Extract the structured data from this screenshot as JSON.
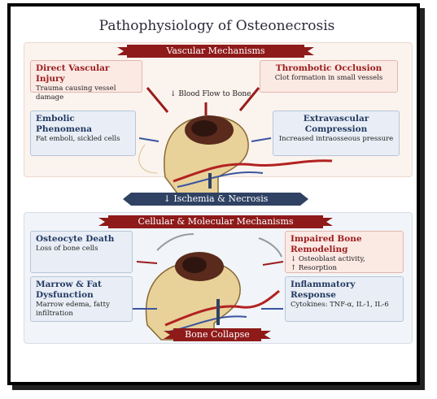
{
  "title": "Pathophysiology of Osteonecrosis",
  "vascular": {
    "banner": "Vascular Mechanisms",
    "blood_flow": "↓ Blood Flow to Bone",
    "direct_injury": {
      "heading": "Direct Vascular Injury",
      "desc": "Trauma causing vessel damage"
    },
    "thrombotic": {
      "heading": "Thrombotic Occlusion",
      "desc": "Clot formation in small vessels"
    },
    "embolic": {
      "heading": "Embolic Phenomena",
      "desc": "Fat emboli, sickled cells"
    },
    "extravascular": {
      "heading": "Extravascular Compression",
      "desc": "Increased intraosseous pressure"
    }
  },
  "ischemia": "↓ Ischemia & Necrosis",
  "cellular": {
    "banner": "Cellular & Molecular Mechanisms",
    "osteocyte": {
      "heading": "Osteocyte Death",
      "desc": "Loss of bone cells"
    },
    "remodeling": {
      "heading": "Impaired Bone Remodeling",
      "desc1": "↓ Osteoblast activity,",
      "desc2": "↑ Resorption"
    },
    "marrow": {
      "heading": "Marrow & Fat Dysfunction",
      "desc": "Marrow edema, fatty infiltration"
    },
    "inflammatory": {
      "heading": "Inflammatory Response",
      "desc": "Cytokines: TNF-α, IL-1, IL-6"
    }
  },
  "collapse": "Bone Collapse",
  "colors": {
    "accent_red": "#8f1a1a",
    "accent_blue": "#2f4263",
    "bone": "#e8d29a"
  }
}
